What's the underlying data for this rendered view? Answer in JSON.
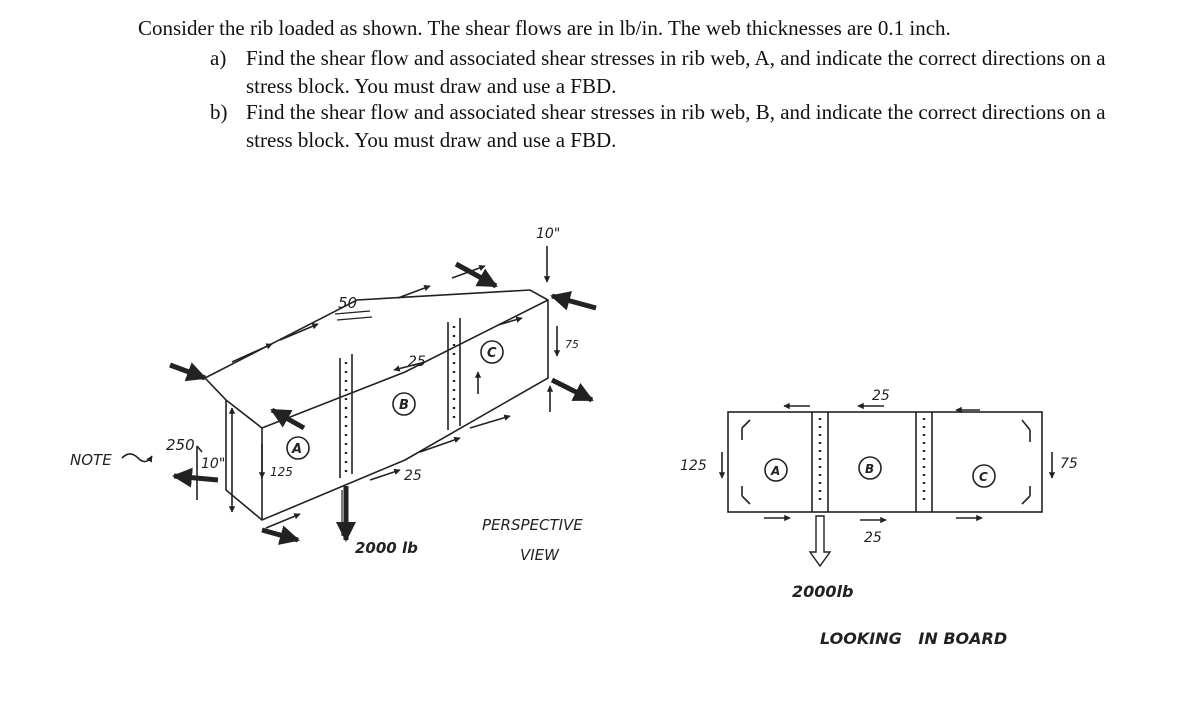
{
  "problem": {
    "intro": "Consider the rib loaded as shown. The shear flows are in lb/in. The web thicknesses are 0.1 inch.",
    "parts": [
      {
        "letter": "a)",
        "text": "Find the shear flow and associated shear stresses in rib web, A, and indicate the correct directions on a stress block. You must draw and use a FBD."
      },
      {
        "letter": "b)",
        "text": "Find the shear flow and associated shear stresses in rib web, B, and indicate the correct directions on a stress block. You must draw and use a FBD."
      }
    ]
  },
  "perspective": {
    "note": "NOTE",
    "val_250": "250",
    "dim_10_left": "10\"",
    "val_125": "125",
    "val_50": "50",
    "val_25_top": "25",
    "val_25_bottom": "25",
    "dim_10_top": "10\"",
    "val_75": "75",
    "web_a": "A",
    "web_b": "B",
    "web_c": "C",
    "load": "2000 lb",
    "caption_1": "PERSPECTIVE",
    "caption_2": "VIEW"
  },
  "inboard": {
    "val_125": "125",
    "val_75": "75",
    "val_25_top": "25",
    "val_25_bottom": "25",
    "web_a": "A",
    "web_b": "B",
    "web_c": "C",
    "load": "2000lb",
    "caption": "LOOKING   IN BOARD"
  }
}
